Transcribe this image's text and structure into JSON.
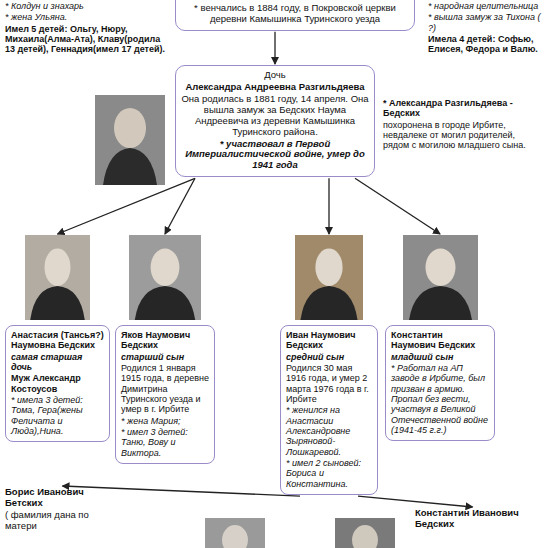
{
  "diagram": {
    "nodes": [
      {
        "text": [
          "* венчались в 1884 году, в Покровской церкви деревни Камышинка Туринского уезда"
        ]
      },
      {
        "text": [
          "Дочь",
          "Александра Андреевна Разгильдяева",
          "Она родилась в 1881 году, 14 апреля. Она вышла замуж за Бедских Наума Андреевича из деревни Камышинка Туринского района.",
          "* участвовал в Первой Империалистической войне, умер до 1941 года"
        ]
      },
      {
        "text": [
          "Анастасия (Тансья?) Наумовна Бедских",
          "самая старшая дочь",
          "Муж Александр Костоусов",
          "* имела 3 детей: Тома, Гера(жены Феличата и Люда),Нина."
        ]
      },
      {
        "text": [
          "Яков Наумович Бедских",
          "старший сын",
          "Родился 1 января 1915 года, в деревне Димитрина Туринского уезда и умер в г. Ирбите",
          "* жена Мария;",
          "* имел 3 детей: Таню, Вову и Виктора."
        ]
      },
      {
        "text": [
          "Иван Наумович Бедских",
          "средний сын",
          "Родился 30 мая 1916 года, и умер 2 марта 1976 года в г. Ирбите",
          "* женился на Анастасии Александровне Зыряновой-Лошкаревой.",
          "* имел 2 сыновей: Бориса и Константина."
        ]
      },
      {
        "text": [
          "Константин Наумович Бедских",
          "младший сын",
          "* Работал на АП заводе в Ирбите, был призван в армию. Пропал без вести, участвуя в Великой Отечественной войне (1941-45 г.г.)"
        ]
      },
      {
        "text": [
          "Борис Иванович Бетских",
          "( фамилия дана по матери"
        ]
      },
      {
        "text": [
          "Константин Иванович Бедских"
        ]
      }
    ],
    "edges": [
      {
        "from": 0,
        "to": 1,
        "arrow": "to"
      },
      {
        "from": 1,
        "to": 2,
        "arrow": "to"
      },
      {
        "from": 1,
        "to": 3,
        "arrow": "to"
      },
      {
        "from": 1,
        "to": 4,
        "arrow": "to"
      },
      {
        "from": 1,
        "to": 5,
        "arrow": "to"
      },
      {
        "from": 4,
        "to": 6,
        "arrow": "to"
      },
      {
        "from": 4,
        "to": 7,
        "arrow": "to"
      }
    ],
    "labels": [
      "* Колдун и знахарь",
      "* жена Ульяна.",
      "Имел 5 детей: Ольгу, Нюру, Михаила(Алма-Ата), Клаву(родила 13 детей), Геннадия(имел 17 детей).",
      "* народная целительница",
      "* вышла замуж за Тихона ( ?)",
      "Имела 4 детей: Софью, Елисея, Федора и Валю.",
      "* Александра Разгильдяева - Бедских",
      "похоронена в городе Ирбите, невдалеке от могил родителей, рядом с могилою младшего сына."
    ]
  }
}
